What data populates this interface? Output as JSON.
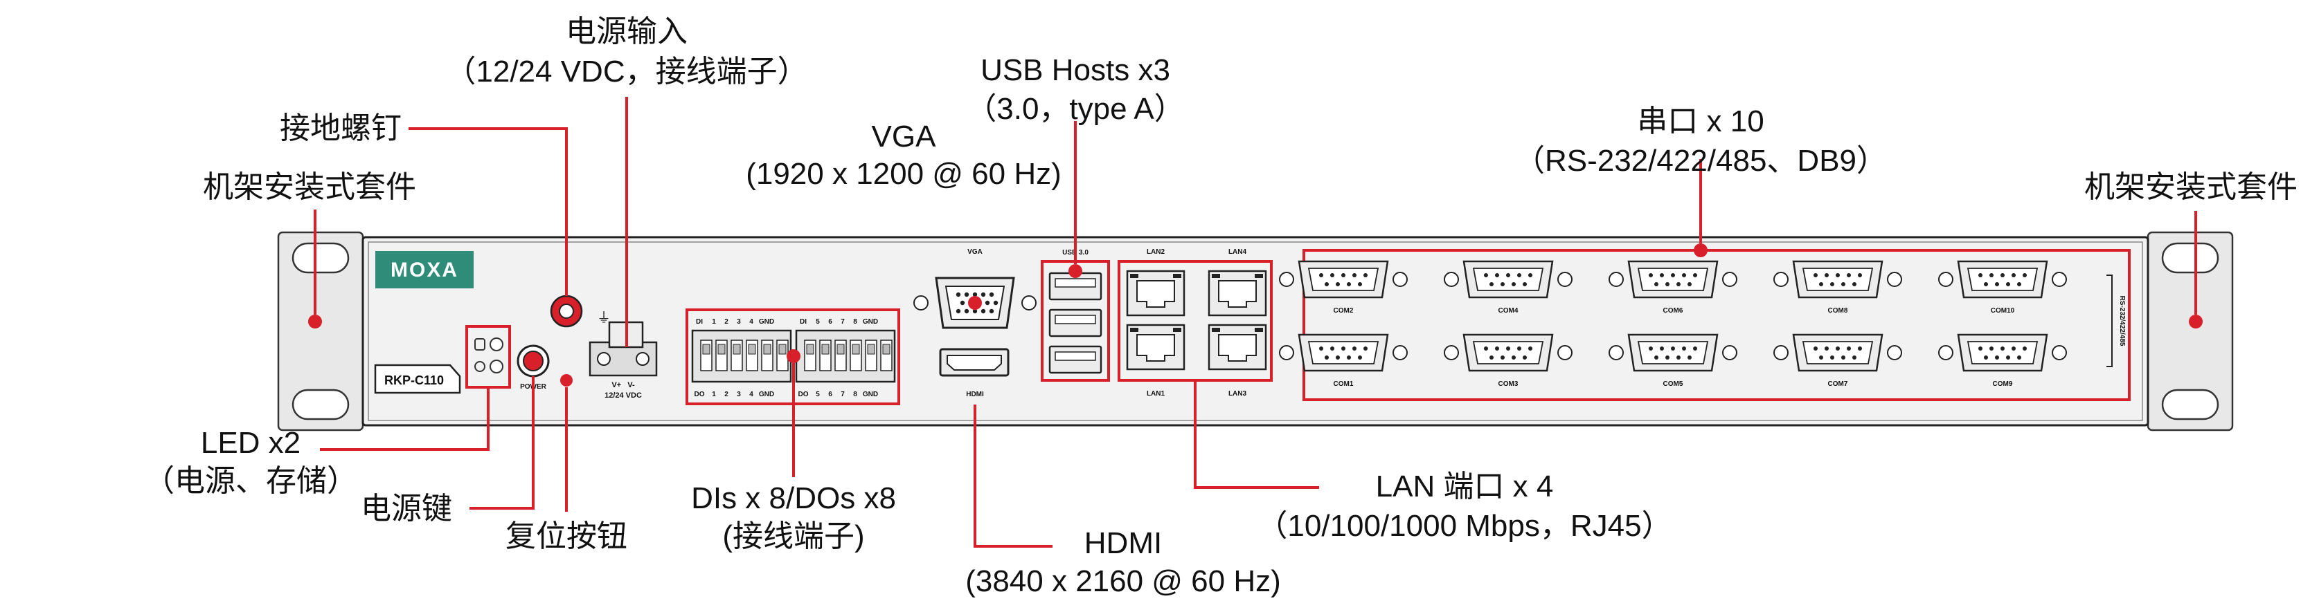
{
  "brand": {
    "logo": "MOXA",
    "color": "#2f8c78"
  },
  "model": "RKP-C110",
  "accent_color": "#d8202a",
  "callouts": {
    "power_input": {
      "title": "电源输入",
      "detail": "（12/24 VDC，接线端子）"
    },
    "ground_screw": {
      "title": "接地螺钉"
    },
    "rack_left": {
      "title": "机架安装式套件"
    },
    "rack_right": {
      "title": "机架安装式套件"
    },
    "vga": {
      "title": "VGA",
      "detail": "(1920 x 1200 @ 60 Hz)"
    },
    "usb": {
      "title": "USB Hosts x3",
      "detail": "（3.0，type A）"
    },
    "serial": {
      "title": "串口 x 10",
      "detail": "（RS-232/422/485、DB9）"
    },
    "led": {
      "title": "LED x2",
      "detail": "（电源、存储）"
    },
    "power_key": {
      "title": "电源键"
    },
    "reset": {
      "title": "复位按钮"
    },
    "dio": {
      "title": "DIs x 8/DOs x8",
      "detail": "(接线端子)"
    },
    "hdmi": {
      "title": "HDMI",
      "detail": "(3840 x 2160 @ 60 Hz)"
    },
    "lan": {
      "title": "LAN 端口 x 4",
      "detail": "（10/100/1000 Mbps，RJ45）"
    }
  },
  "panel_labels": {
    "power_button": "POWER",
    "power_terminal_pins": "V+   V-",
    "power_terminal_rating": "12/24 VDC",
    "di_top": [
      "DI",
      "1",
      "2",
      "3",
      "4",
      "GND",
      "DI",
      "5",
      "6",
      "7",
      "8",
      "GND"
    ],
    "do_bottom": [
      "DO",
      "1",
      "2",
      "3",
      "4",
      "GND",
      "DO",
      "5",
      "6",
      "7",
      "8",
      "GND"
    ],
    "vga": "VGA",
    "usb": "USB 3.0",
    "hdmi": "HDMI",
    "lan_top": [
      "LAN2",
      "LAN4"
    ],
    "lan_bottom": [
      "LAN1",
      "LAN3"
    ],
    "com_top": [
      "COM2",
      "COM4",
      "COM6",
      "COM8",
      "COM10"
    ],
    "com_bottom": [
      "COM1",
      "COM3",
      "COM5",
      "COM7",
      "COM9"
    ],
    "serial_side": "RS-232/422/485"
  }
}
